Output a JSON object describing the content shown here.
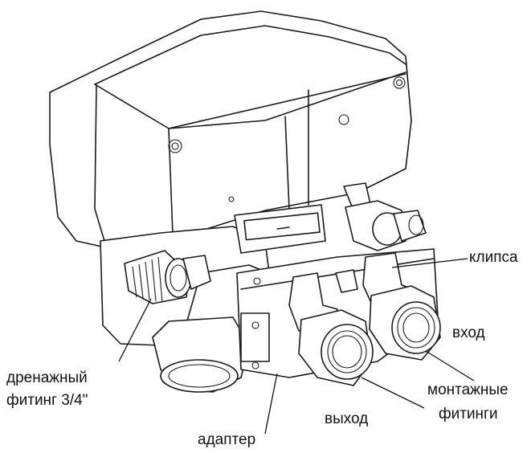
{
  "labels": {
    "clip": "клипса",
    "inlet": "вход",
    "mounting_fittings_line1": "монтажные",
    "mounting_fittings_line2": "фитинги",
    "outlet": "выход",
    "drain_fitting_line1": "дренажный",
    "drain_fitting_line2": "фитинг 3/4\"",
    "adapter": "адаптер"
  }
}
